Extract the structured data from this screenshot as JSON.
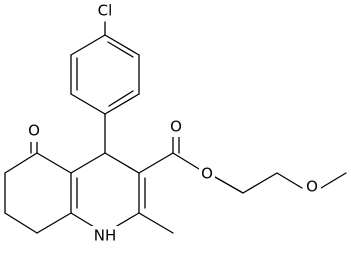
{
  "structure": {
    "atoms": {
      "cl": "Cl",
      "carbonyl_oxygen": "O",
      "ester_carbonyl_oxygen": "O",
      "ester_ether_oxygen": "O",
      "methoxy_oxygen": "O",
      "nh": "NH"
    }
  },
  "colors": {
    "bond": "#000000",
    "text": "#000000",
    "background": "#ffffff"
  }
}
